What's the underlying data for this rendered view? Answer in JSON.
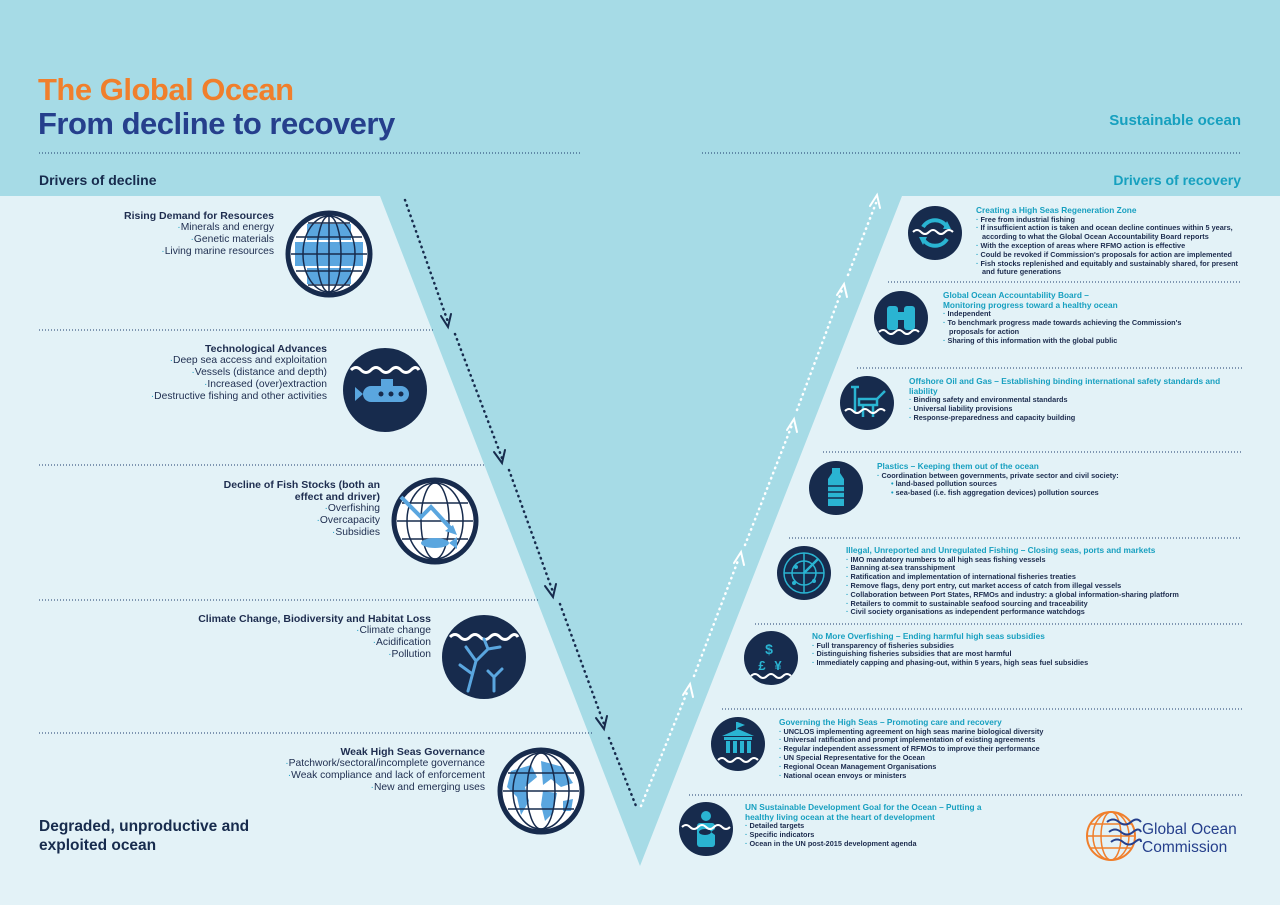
{
  "header": {
    "title_line1": "The Global Ocean",
    "title_line2": "From decline to recovery",
    "sustainable": "Sustainable ocean"
  },
  "sections": {
    "left_heading": "Drivers of decline",
    "right_heading": "Drivers of recovery",
    "bottom_left": "Degraded, unproductive and exploited ocean"
  },
  "decline": [
    {
      "title": "Rising Demand for Resources",
      "items": [
        "Minerals and energy",
        "Genetic materials",
        "Living marine resources"
      ],
      "icon": "grid-globe-icon"
    },
    {
      "title": "Technological Advances",
      "items": [
        "Deep sea access and exploitation",
        "Vessels (distance and depth)",
        "Increased (over)extraction",
        "Destructive fishing and other activities"
      ],
      "icon": "submarine-icon"
    },
    {
      "title": "Decline of Fish Stocks (both an effect and driver)",
      "items": [
        "Overfishing",
        "Overcapacity",
        "Subsidies"
      ],
      "icon": "fish-decline-icon"
    },
    {
      "title": "Climate Change, Biodiversity and Habitat Loss",
      "items": [
        "Climate change",
        "Acidification",
        "Pollution"
      ],
      "icon": "coral-icon"
    },
    {
      "title": "Weak High Seas Governance",
      "items": [
        "Patchwork/sectoral/incomplete governance",
        "Weak compliance and lack of enforcement",
        "New and emerging uses"
      ],
      "icon": "world-map-icon"
    }
  ],
  "recovery": [
    {
      "title": "Creating a High Seas Regeneration Zone",
      "items": [
        "Free from industrial fishing",
        "If insufficient action is taken and ocean decline continues within 5 years, according to what the Global Ocean Accountability Board reports",
        "With the exception of areas where RFMO action is effective",
        "Could be revoked if Commission's proposals for action are implemented",
        "Fish stocks replenished and equitably and sustainably shared, for present and future generations"
      ],
      "icon": "regeneration-cycle-icon"
    },
    {
      "title": "Global Ocean Accountability Board – Monitoring progress toward a healthy ocean",
      "items": [
        "Independent",
        "To benchmark progress made towards achieving the Commission's proposals for action",
        "Sharing of this information with the global public"
      ],
      "icon": "binoculars-icon"
    },
    {
      "title": "Offshore Oil and Gas – Establishing binding international safety standards and liability",
      "items": [
        "Binding safety and environmental standards",
        "Universal liability provisions",
        "Response-preparedness and capacity building"
      ],
      "icon": "oil-rig-icon"
    },
    {
      "title": "Plastics – Keeping them out of the ocean",
      "items": [
        "Coordination between governments, private sector and civil society:"
      ],
      "subitems": [
        "land-based pollution sources",
        "sea-based (i.e. fish aggregation devices) pollution sources"
      ],
      "icon": "plastic-bottle-icon"
    },
    {
      "title": "Illegal, Unreported and Unregulated Fishing – Closing seas, ports and markets",
      "items": [
        "IMO mandatory numbers to all high seas fishing vessels",
        "Banning at-sea transshipment",
        "Ratification and implementation of international fisheries treaties",
        "Remove flags, deny port entry, cut market access of catch from illegal vessels",
        "Collaboration between Port States, RFMOs and industry: a global information-sharing platform",
        "Retailers to commit to sustainable seafood sourcing and traceability",
        "Civil society organisations as independent performance watchdogs"
      ],
      "icon": "radar-icon"
    },
    {
      "title": "No More Overfishing – Ending harmful high seas subsidies",
      "items": [
        "Full transparency of fisheries subsidies",
        "Distinguishing fisheries subsidies that are most harmful",
        "Immediately capping and phasing-out, within 5 years, high seas fuel subsidies"
      ],
      "icon": "currency-icon"
    },
    {
      "title": "Governing the High Seas – Promoting care and recovery",
      "items": [
        "UNCLOS implementing agreement on high seas marine biological diversity",
        "Universal ratification and prompt implementation of existing agreements",
        "Regular independent assessment of RFMOs to improve their performance",
        "UN Special Representative for the Ocean",
        "Regional Ocean Management Organisations",
        "National ocean envoys or ministers"
      ],
      "icon": "government-building-icon"
    },
    {
      "title": "UN Sustainable Development Goal for the Ocean – Putting a healthy living ocean at the heart of development",
      "items": [
        "Detailed targets",
        "Specific indicators",
        "Ocean in the UN post-2015 development agenda"
      ],
      "icon": "person-fish-icon"
    }
  ],
  "logo": {
    "line1": "Global Ocean",
    "line2": "Commission",
    "icon": "globe-logo-icon"
  },
  "colors": {
    "orange": "#f07f2c",
    "navy": "#253f8c",
    "teal": "#16a0bf",
    "dark": "#172b4d",
    "light_bg": "#e3f2f7",
    "band": "#a6dbe6"
  }
}
